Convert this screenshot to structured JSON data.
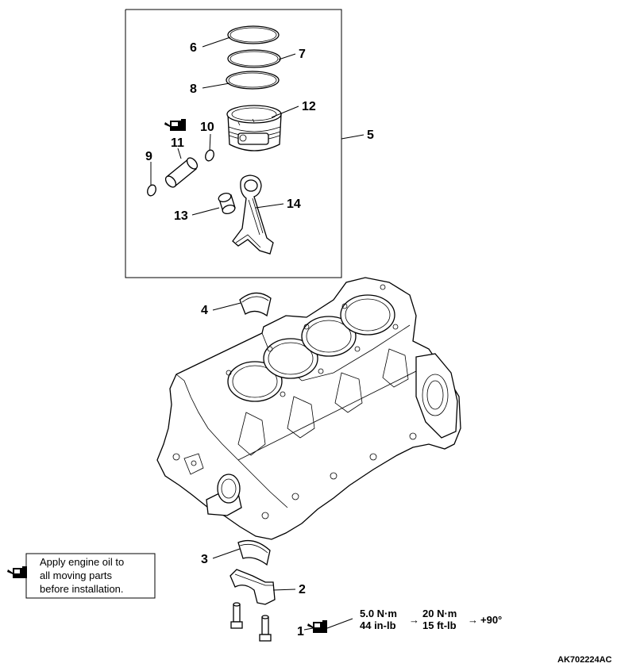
{
  "callouts": {
    "c1": "1",
    "c2": "2",
    "c3": "3",
    "c4": "4",
    "c5": "5",
    "c6": "6",
    "c7": "7",
    "c8": "8",
    "c9": "9",
    "c10": "10",
    "c11": "11",
    "c12": "12",
    "c13": "13",
    "c14": "14"
  },
  "note": {
    "line1": "Apply engine oil to",
    "line2": "all moving parts",
    "line3": "before installation."
  },
  "torque": {
    "step1_metric": "5.0 N·m",
    "step1_imperial": "44 in-lb",
    "step2_metric": "20 N·m",
    "step2_imperial": "15 ft-lb",
    "step3": "+90°"
  },
  "figure_id": "AK702224AC"
}
